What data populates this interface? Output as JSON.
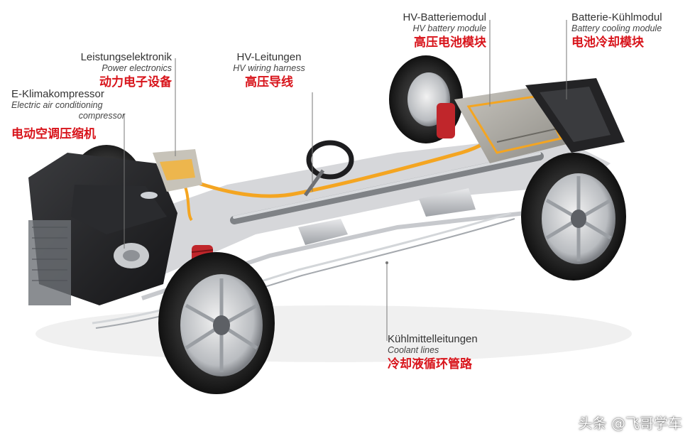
{
  "labels": {
    "power_electronics": {
      "de": "Leistungselektronik",
      "en": "Power electronics",
      "zh": "动力电子设备"
    },
    "e_compressor": {
      "de": "E-Klimakompressor",
      "en_line1": "Electric air conditioning",
      "en_line2": "compressor",
      "zh": "电动空调压缩机"
    },
    "hv_wiring": {
      "de": "HV-Leitungen",
      "en": "HV wiring harness",
      "zh": "高压导线"
    },
    "hv_battery": {
      "de": "HV-Batteriemodul",
      "en": "HV battery module",
      "zh": "高压电池模块"
    },
    "battery_cooling": {
      "de": "Batterie-Kühlmodul",
      "en": "Battery cooling module",
      "zh": "电池冷却模块"
    },
    "coolant_lines": {
      "de": "Kühlmittelleitungen",
      "en": "Coolant lines",
      "zh": "冷却液循环管路"
    }
  },
  "watermark": "头条 @飞哥学车"
}
